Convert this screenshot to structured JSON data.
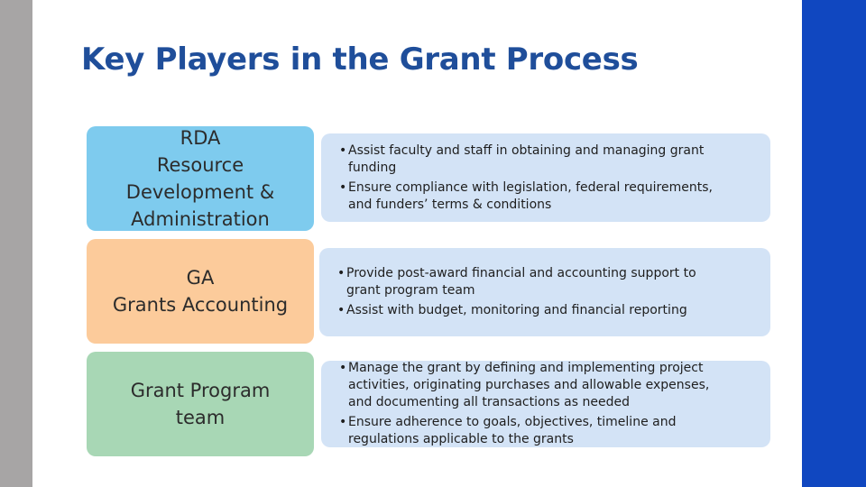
{
  "title": "Key Players in the Grant Process",
  "rows": [
    {
      "role_lines": [
        "RDA",
        "Resource",
        "Development &",
        "Administration"
      ],
      "color": "#7ecbee",
      "bullets": [
        "Assist faculty and staff in obtaining and managing grant\nfunding",
        "Ensure compliance with legislation, federal requirements,\nand funders’ terms & conditions"
      ]
    },
    {
      "role_lines": [
        "GA",
        "Grants Accounting"
      ],
      "color": "#fccb9b",
      "bullets": [
        "Provide post-award financial and accounting support to\ngrant program team",
        "Assist with budget, monitoring and financial reporting"
      ]
    },
    {
      "role_lines": [
        "Grant Program",
        "team"
      ],
      "color": "#a8d7b5",
      "bullets": [
        "Manage the grant by defining and implementing project\nactivities, originating purchases and allowable expenses,\nand documenting all transactions as needed",
        "Ensure adherence to goals, objectives, timeline and\nregulations applicable to the grants"
      ]
    }
  ],
  "bullet_char": "•",
  "colors": {
    "title": "#1f4e9a",
    "description_bg": "#d3e3f6",
    "left_bar": "#a7a5a5",
    "right_bar": "#1047c0"
  }
}
